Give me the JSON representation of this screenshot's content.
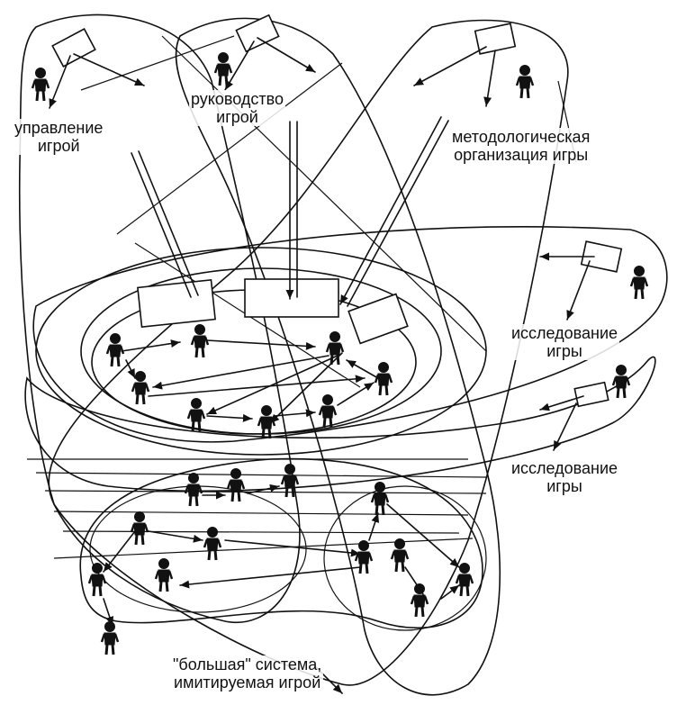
{
  "labels": {
    "game_management": [
      "управление",
      "игрой"
    ],
    "game_direction": [
      "руководство",
      "игрой"
    ],
    "methodological_organization": [
      "методологическая",
      "организация игры"
    ],
    "game_research_1": [
      "исследование",
      "игры"
    ],
    "game_research_2": [
      "исследование",
      "игры"
    ],
    "big_system": [
      "\"большая\" система,",
      "имитируемая игрой"
    ]
  },
  "colors": {
    "ink": "#111111",
    "background": "#ffffff"
  }
}
